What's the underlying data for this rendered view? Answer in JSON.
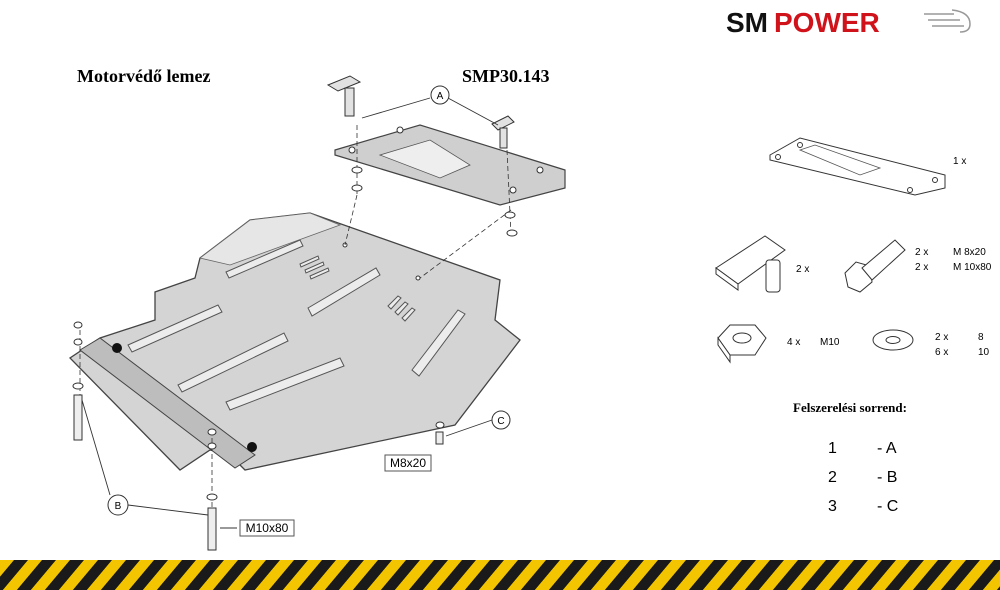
{
  "brand": {
    "part1": "SM",
    "part2": "POWER"
  },
  "header": {
    "title": "Motorvédő lemez",
    "code": "SMP30.143"
  },
  "callouts": {
    "a": "A",
    "b": "B",
    "c": "C"
  },
  "diagram_labels": {
    "bolt_short": "M8x20",
    "bolt_long": "M10x80"
  },
  "parts": {
    "bracket_qty": "1 x",
    "tpin_qty": "2 x",
    "bolt_qty_1": "2 x",
    "bolt_qty_2": "2 x",
    "bolt_spec_1": "M 8x20",
    "bolt_spec_2": "M 10x80",
    "nut_qty": "4 x",
    "nut_spec": "M10",
    "washer_qty_1": "2 x",
    "washer_qty_2": "6 x",
    "washer_size_1": "8",
    "washer_size_2": "10"
  },
  "order": {
    "title": "Felszerelési sorrend:",
    "rows": [
      {
        "num": "1",
        "step": "- A"
      },
      {
        "num": "2",
        "step": "- B"
      },
      {
        "num": "3",
        "step": "- C"
      }
    ]
  },
  "colors": {
    "brand_dark": "#111111",
    "brand_red": "#d0121b",
    "hazard_yellow": "#f2c500",
    "plate_gray": "#d4d4d4"
  }
}
